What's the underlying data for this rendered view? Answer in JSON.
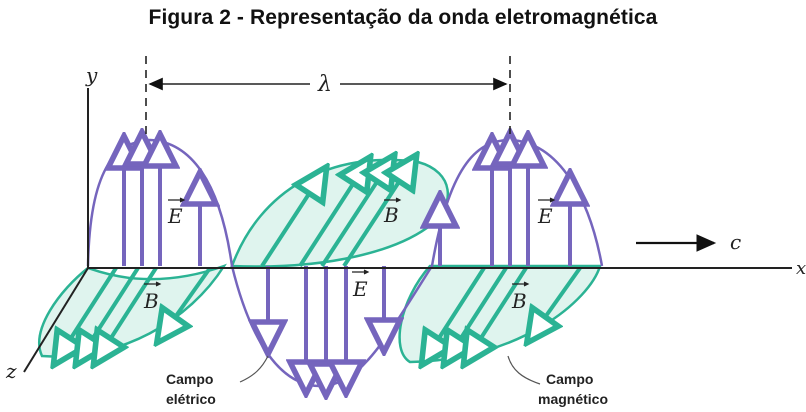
{
  "figure": {
    "title": "Figura 2 - Representação da onda eletromagnética",
    "colors": {
      "electric": "#7565bd",
      "magnetic": "#2bb394",
      "magnetic_fill": "#dff4ee",
      "axis": "#222222"
    }
  },
  "labels": {
    "axis_y": "y",
    "axis_z": "z",
    "axis_x": "x",
    "wavelength": "λ",
    "speed": "c",
    "E_vector": "E",
    "B_vector": "B",
    "electric_field": [
      "Campo",
      "elétrico"
    ],
    "magnetic_field": [
      "Campo",
      "magnético"
    ]
  },
  "icons": {
    "direction_arrow": "right-arrow-icon",
    "vector_arrow": "vector-arrow-icon"
  }
}
